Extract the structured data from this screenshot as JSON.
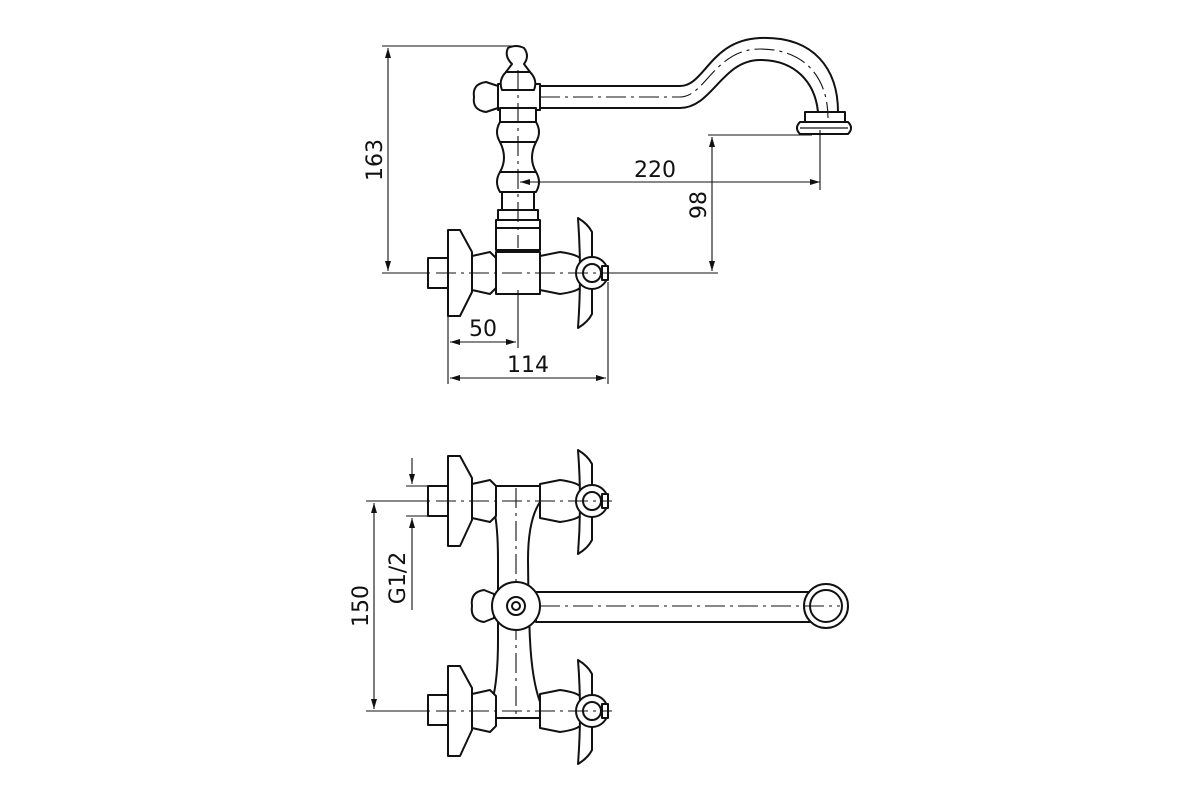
{
  "dimensions": {
    "height_total": "163",
    "spout_reach": "220",
    "spout_height": "98",
    "inlet_offset": "50",
    "depth_total": "114",
    "inlet_spacing": "150",
    "thread_size": "G1/2"
  }
}
